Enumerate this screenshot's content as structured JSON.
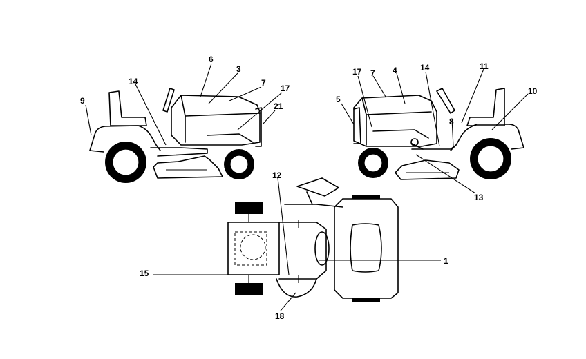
{
  "callouts": {
    "c1": "1",
    "c3": "3",
    "c4": "4",
    "c5": "5",
    "c6": "6",
    "c7a": "7",
    "c7b": "7",
    "c8": "8",
    "c9": "9",
    "c10": "10",
    "c11": "11",
    "c12": "12",
    "c13": "13",
    "c14a": "14",
    "c14b": "14",
    "c15": "15",
    "c17a": "17",
    "c17b": "17",
    "c18": "18",
    "c21": "21"
  }
}
